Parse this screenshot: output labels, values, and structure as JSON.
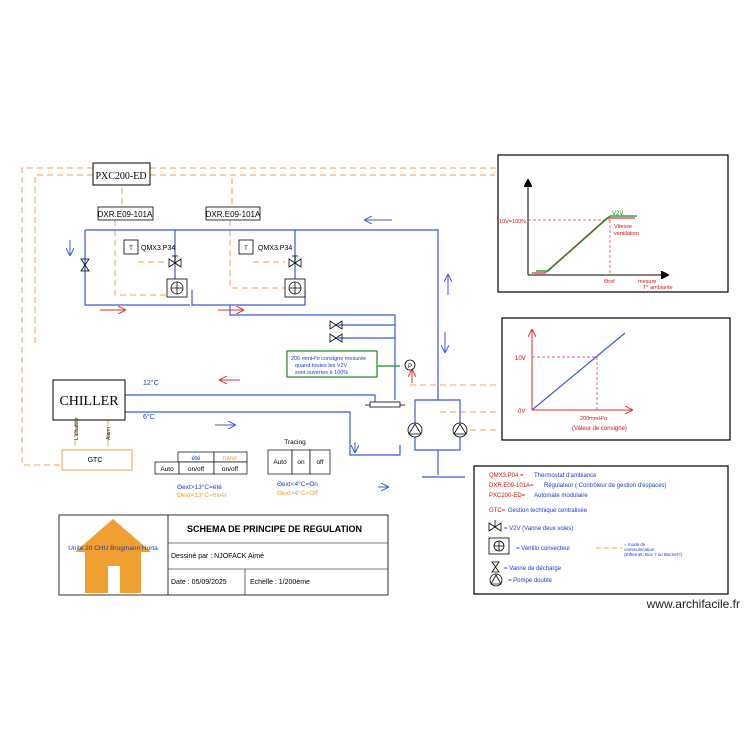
{
  "colors": {
    "pipe": "#3a5bd9",
    "control": "#f0a050",
    "red": "#e03030",
    "green": "#1a8a1a",
    "house": "#f0a030",
    "legend_blue": "#1a3ad0",
    "legend_red": "#d01010"
  },
  "controllers": {
    "pxc": "PXC200-ED",
    "dxr1": "DXR.E09-101A",
    "dxr2": "DXR.E09-101A",
    "qmx1": "QMX3.P34",
    "qmx2": "QMX3.P34",
    "sensor_glyph": "T"
  },
  "equipment": {
    "chiller": "CHILLER",
    "gtc": "GTC",
    "chiller_sig1": "L'alisateur",
    "chiller_sig2": "Alarm",
    "temp_hot": "12°C",
    "temp_cold": "6°C",
    "pressure_note": "200 mmH²o consigne mesurée quand toutes les V2V sont ouvertes à 100%"
  },
  "modes": {
    "season_ete": "été",
    "season_hiver": "hiver",
    "auto": "Auto",
    "onoff1": "on/off",
    "onoff2": "on/off",
    "note_ete": "Θext>13°C=été",
    "note_hiver": "Θext<13°C=hiver",
    "tracing_title": "Tracing",
    "tracing_auto": "Auto",
    "tracing_on": "on",
    "tracing_off": "off",
    "tracing_on_note": "Θext<4°C=On",
    "tracing_off_note": "Θext>4°C=Off"
  },
  "chart1": {
    "ylabel": "10V=100%",
    "series": "V2V",
    "series2": "Vitesse ventilation",
    "xlabel1": "Θref",
    "xlabel2": "mesure T° ambiante"
  },
  "chart2": {
    "ylabel_top": "10V",
    "ylabel_bottom": "0V",
    "xlabel": "200mmH²o",
    "caption": "(Valeur de consigne)"
  },
  "legend": {
    "items": [
      {
        "key": "QMX3.P04 =",
        "desc": "Thermostat d'ambiance"
      },
      {
        "key": "DXR.E09-101A=",
        "desc": "Régulateur ( Contrôleur de gestion d'espaces)"
      },
      {
        "key": "PXC200-ED=",
        "desc": "Automate modulaire"
      },
      {
        "key": "GTC=",
        "desc": "Gestion technique centralisée"
      }
    ],
    "v2v": "= V2V (Vanne deux voies)",
    "ventilo": "= Ventilo convecteur",
    "decharge": "= Vanne de décharge",
    "pompe": "= Pompe double",
    "comm": "= mode de communication (Ethernet, Bus ? ou Bacnet?)"
  },
  "titleblock": {
    "company": "Unité 20 CHU Brugmann Horta",
    "title": "SCHEMA DE PRINCIPE DE REGULATION",
    "author": "Dessiné par : NJOFACK Aimé",
    "date": "Date : 05/09/2025",
    "scale": "Echelle : 1/200ème"
  },
  "watermark": "www.archifacile.fr"
}
